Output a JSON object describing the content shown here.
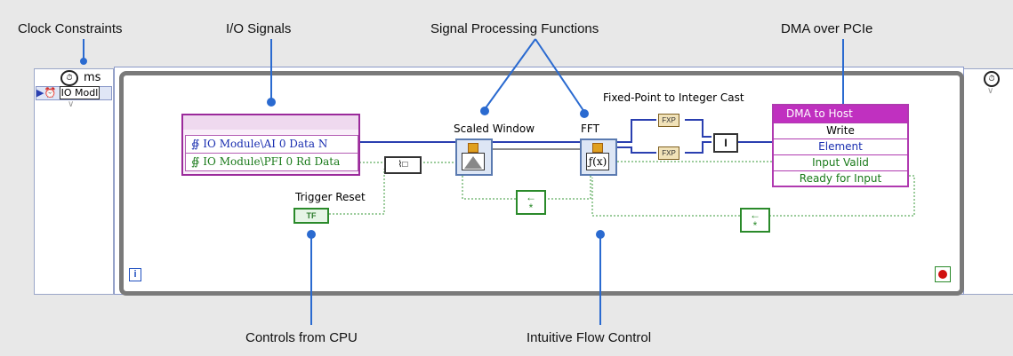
{
  "callouts": {
    "clock_constraints": "Clock Constraints",
    "io_signals": "I/O Signals",
    "signal_processing": "Signal Processing Functions",
    "dma_over_pcie": "DMA over PCIe",
    "controls_from_cpu": "Controls from CPU",
    "intuitive_flow": "Intuitive Flow Control"
  },
  "left_panel": {
    "unit": "ms",
    "label": "IO Modl"
  },
  "io_node": {
    "rows": [
      "IO Module\\AI 0 Data N",
      "IO Module\\PFI 0 Rd Data"
    ]
  },
  "labels": {
    "scaled_window": "Scaled Window",
    "fft": "FFT",
    "fixed_point_cast": "Fixed-Point to Integer Cast",
    "trigger_reset": "Trigger Reset",
    "tf": "TF",
    "fft_glyph": "ƒ(x)",
    "cast_glyph": "I"
  },
  "dma_node": {
    "title": "DMA to Host",
    "rows": [
      "Write",
      "Element",
      "Input Valid",
      "Ready for Input"
    ]
  },
  "loop_iteration": "i",
  "colors": {
    "wire_blue": "#2a3fb0",
    "wire_green": "#3a9a3a",
    "pink_node": "#b03ab0",
    "loop_gray": "#7a7a7a"
  }
}
